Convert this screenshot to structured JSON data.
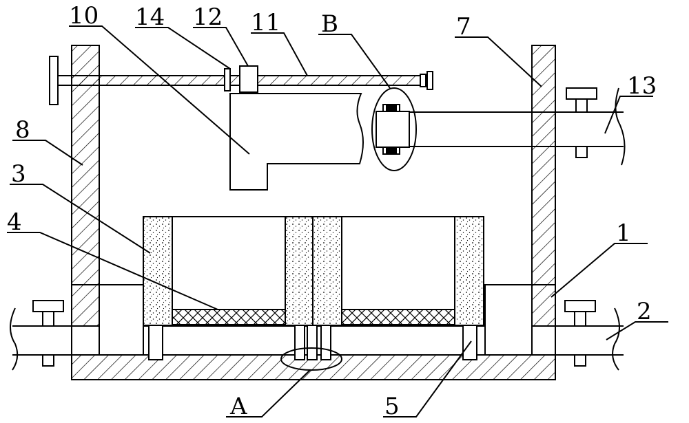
{
  "diagram": {
    "labels": [
      {
        "id": "10",
        "text": "10"
      },
      {
        "id": "14",
        "text": "14"
      },
      {
        "id": "12",
        "text": "12"
      },
      {
        "id": "11",
        "text": "11"
      },
      {
        "id": "B",
        "text": "B"
      },
      {
        "id": "7",
        "text": "7"
      },
      {
        "id": "13",
        "text": "13"
      },
      {
        "id": "8",
        "text": "8"
      },
      {
        "id": "3",
        "text": "3"
      },
      {
        "id": "4",
        "text": "4"
      },
      {
        "id": "1",
        "text": "1"
      },
      {
        "id": "2",
        "text": "2"
      },
      {
        "id": "A",
        "text": "A"
      },
      {
        "id": "5",
        "text": "5"
      }
    ]
  }
}
